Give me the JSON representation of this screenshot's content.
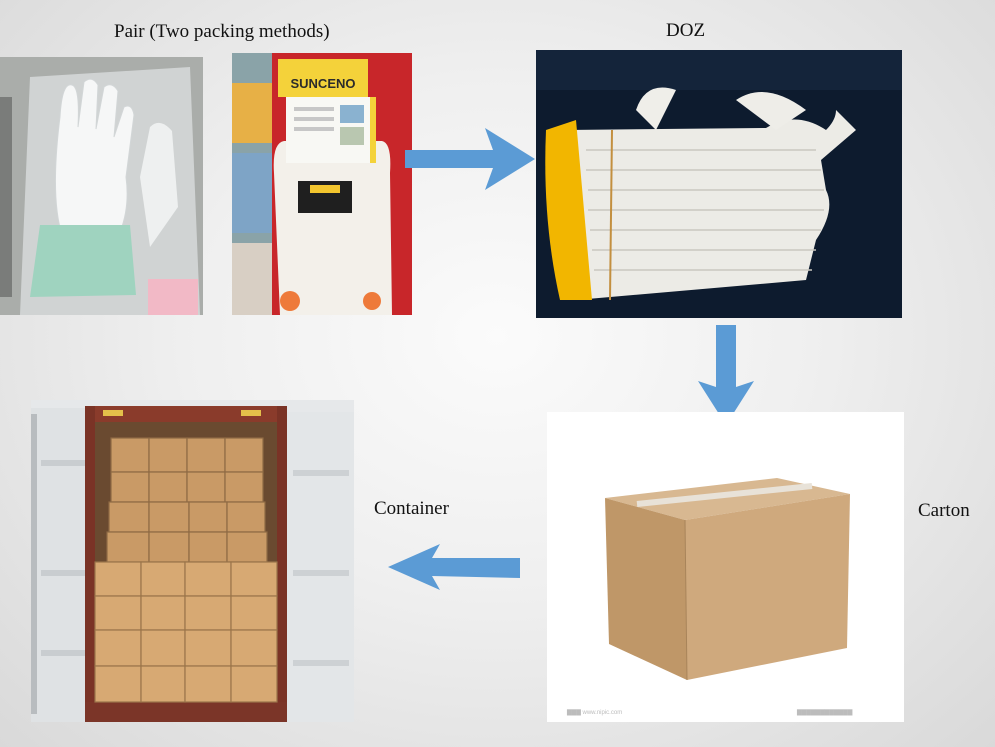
{
  "labels": {
    "pair": "Pair (Two packing methods)",
    "doz": "DOZ",
    "container": "Container",
    "carton": "Carton"
  },
  "photos": {
    "bag_gloves": "Pair of white gloves in clear plastic bag",
    "card_gloves": "Pair of gloves with SUNCENO header card",
    "card_brand": "SUNCENO",
    "dozen_gloves": "Stack of a dozen white knitted gloves with yellow cuffs",
    "carton_box": "Corrugated cardboard carton",
    "shipping_container": "Shipping container loaded with cartons"
  },
  "colors": {
    "arrow": "#5b9bd5",
    "cardboard": "#c9a57a",
    "glove_cuff": "#f2b600"
  }
}
